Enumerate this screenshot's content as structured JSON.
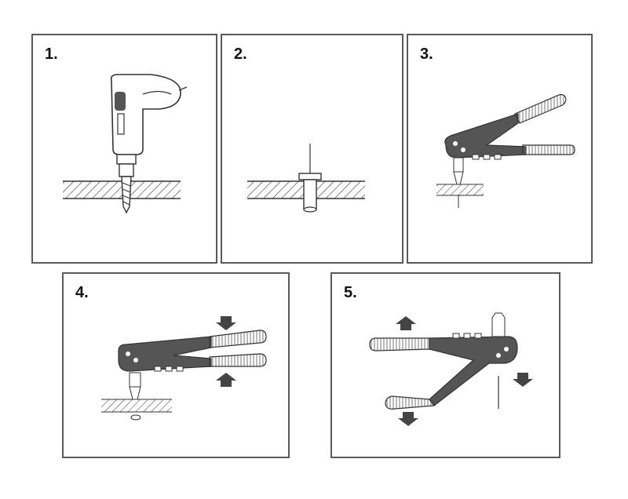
{
  "steps": [
    {
      "label": "1.",
      "illustration": "drill-icon"
    },
    {
      "label": "2.",
      "illustration": "rivet-icon"
    },
    {
      "label": "3.",
      "illustration": "rivet-gun-icon"
    },
    {
      "label": "4.",
      "illustration": "rivet-gun-squeeze-icon"
    },
    {
      "label": "5.",
      "illustration": "rivet-gun-release-icon"
    }
  ],
  "colors": {
    "tool_body": "#555555",
    "outline": "#333333",
    "arrow": "#444444",
    "border": "#5a5a5a"
  }
}
